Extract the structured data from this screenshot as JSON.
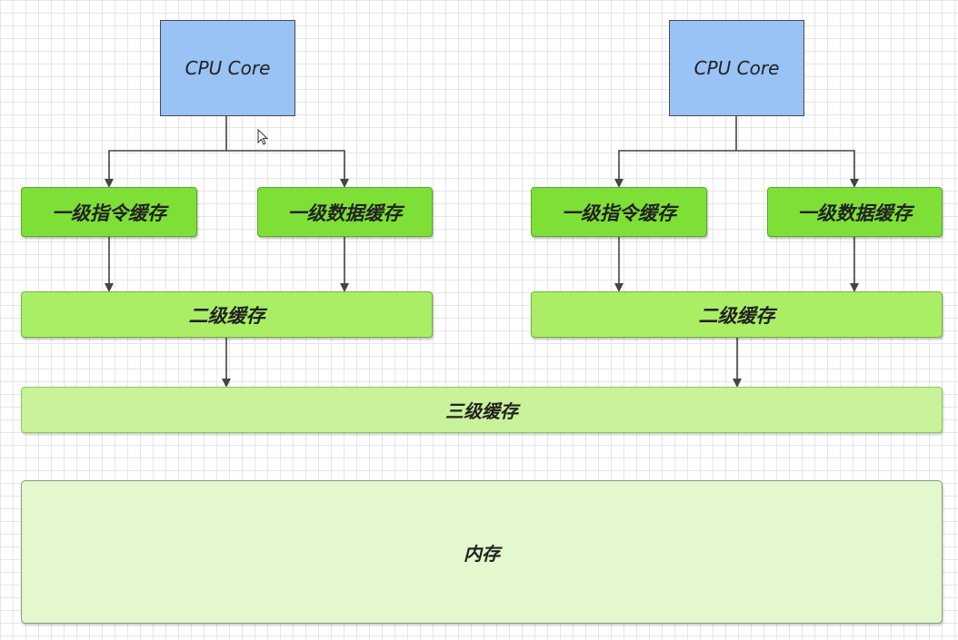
{
  "nodes": {
    "cpu_left": "CPU Core",
    "cpu_right": "CPU Core",
    "l1i_left": "一级指令缓存",
    "l1d_left": "一级数据缓存",
    "l1i_right": "一级指令缓存",
    "l1d_right": "一级数据缓存",
    "l2_left": "二级缓存",
    "l2_right": "二级缓存",
    "l3": "三级缓存",
    "memory": "内存"
  },
  "colors": {
    "cpu": "#99c2f5",
    "l1": "#7ee036",
    "l2": "#aaee66",
    "l3": "#c9f29b",
    "memory": "#e4f8ce",
    "edge": "#444444"
  }
}
